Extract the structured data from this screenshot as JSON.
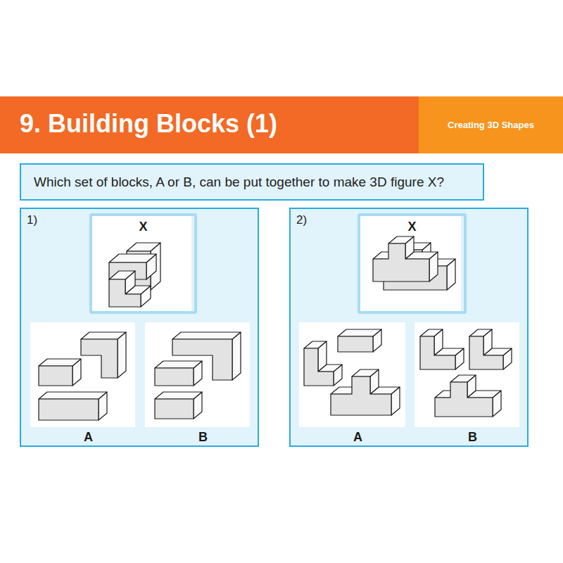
{
  "diagram": {
    "title": "9. Building Blocks (1)",
    "nodes": [
      {
        "text": [
          "Creating 3D Shapes"
        ]
      },
      {
        "text": [
          "Which set of blocks, A or B, can be put together to make 3D figure X?"
        ]
      },
      {
        "text": [
          "1)"
        ]
      },
      {
        "text": [
          "X"
        ],
        "in": 2
      },
      {
        "text": [
          "A"
        ],
        "in": 2
      },
      {
        "text": [
          "B"
        ],
        "in": 2
      },
      {
        "text": [
          "2)"
        ]
      },
      {
        "text": [
          "X"
        ],
        "in": 6
      },
      {
        "text": [
          "A"
        ],
        "in": 6
      },
      {
        "text": [
          "B"
        ],
        "in": 6
      }
    ]
  }
}
